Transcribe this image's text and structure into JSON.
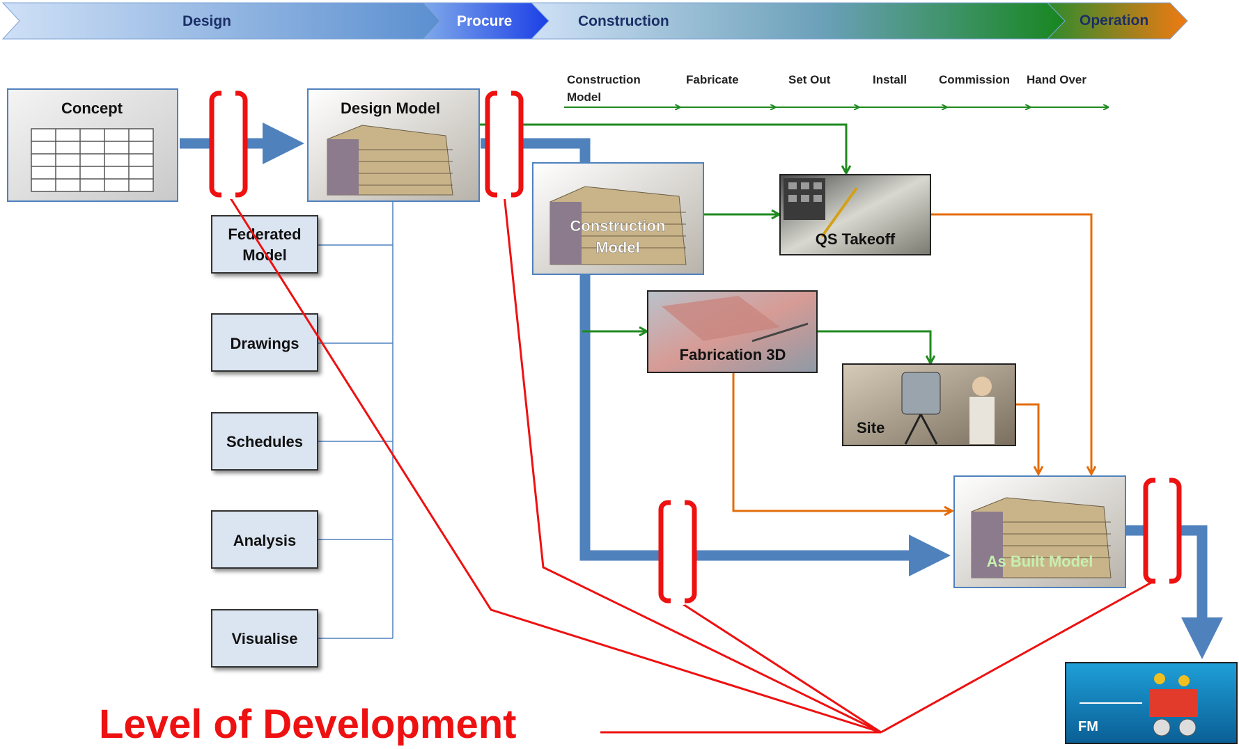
{
  "phases": [
    {
      "label": "Design",
      "color": "#6a9fd8"
    },
    {
      "label": "Procure",
      "color": "#2f5fe0"
    },
    {
      "label": "Construction",
      "color": "#2e8b2e"
    },
    {
      "label": "Operation",
      "color": "#e07a1a"
    }
  ],
  "timeline": {
    "steps": [
      "Construction",
      "Fabricate",
      "Set Out",
      "Install",
      "Commission",
      "Hand Over"
    ],
    "step0_line2": "Model"
  },
  "nodes": {
    "concept": "Concept",
    "design_model": "Design Model",
    "construction_model_1": "Construction",
    "construction_model_2": "Model",
    "qs_takeoff": "QS Takeoff",
    "fabrication": "Fabrication 3D",
    "site": "Site",
    "as_built": "As Built Model",
    "fm": "FM"
  },
  "outputs": {
    "federated_1": "Federated",
    "federated_2": "Model",
    "drawings": "Drawings",
    "schedules": "Schedules",
    "analysis": "Analysis",
    "visualise": "Visualise"
  },
  "lod_label": "Level of Development",
  "colors": {
    "flow_blue": "#4f81bd",
    "flow_green": "#1f8a1f",
    "flow_orange": "#e46c0a",
    "lod_red": "#ee1111",
    "output_box": "#dbe5f1"
  }
}
